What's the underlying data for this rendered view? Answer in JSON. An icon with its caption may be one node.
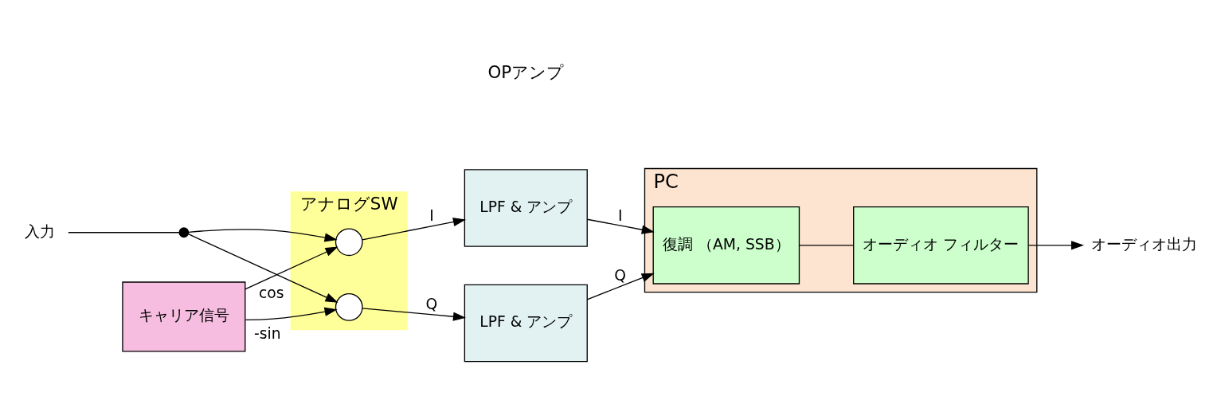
{
  "diagram": {
    "nodes": [
      {
        "text": [
          "入力"
        ]
      },
      {
        "text": [],
        "shape": "dot"
      },
      {
        "text": [
          "アナログSW"
        ]
      },
      {
        "text": [],
        "shape": "circle",
        "in": 2
      },
      {
        "text": [],
        "shape": "circle",
        "in": 2
      },
      {
        "text": [
          "LPF & アンプ"
        ]
      },
      {
        "text": [
          "LPF & アンプ"
        ]
      },
      {
        "text": [
          "PC"
        ]
      },
      {
        "text": [
          "復調 （AM, SSB）"
        ],
        "in": 7
      },
      {
        "text": [
          "オーディオ フィルター"
        ],
        "in": 7
      },
      {
        "text": [
          "オーディオ出力"
        ]
      },
      {
        "text": [
          "キャリア信号"
        ]
      }
    ],
    "edges": [
      {
        "from": 0,
        "to": 1,
        "arrow": "none"
      },
      {
        "from": 1,
        "to": 3,
        "arrow": "to"
      },
      {
        "from": 1,
        "to": 4,
        "arrow": "to"
      },
      {
        "from": 11,
        "to": 3,
        "arrow": "to",
        "label": "cos"
      },
      {
        "from": 11,
        "to": 4,
        "arrow": "to",
        "label": "-sin"
      },
      {
        "from": 3,
        "to": 5,
        "arrow": "to",
        "label": "I"
      },
      {
        "from": 4,
        "to": 6,
        "arrow": "to",
        "label": "Q"
      },
      {
        "from": 5,
        "to": 8,
        "arrow": "to",
        "label": "I"
      },
      {
        "from": 6,
        "to": 8,
        "arrow": "to",
        "label": "Q"
      },
      {
        "from": 8,
        "to": 9,
        "arrow": "none"
      },
      {
        "from": 9,
        "to": 10,
        "arrow": "to"
      }
    ],
    "labels": [
      "OPアンプ"
    ]
  }
}
